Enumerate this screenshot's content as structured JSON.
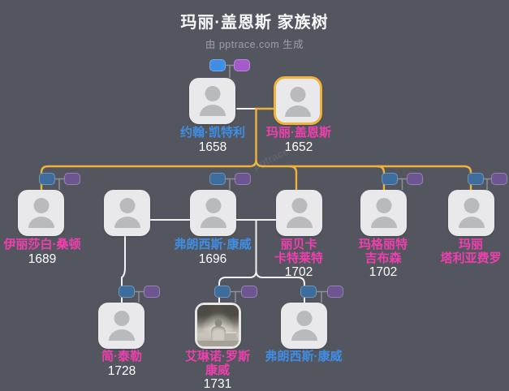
{
  "header": {
    "title": "玛丽·盖恩斯 家族树",
    "subtitle": "由 pptrace.com 生成",
    "watermark": "pptrace"
  },
  "colors": {
    "background": "#53565e",
    "card_fill": "#e9e9eb",
    "silhouette": "#b8babe",
    "highlight_gold": "#f1b13c",
    "male_name_text": "#3f8de5",
    "female_name_text": "#ef3fae",
    "year_text": "#ffffff",
    "chip_male_vivid": "#3f8de5",
    "chip_female_vivid": "#a35bc9",
    "chip_male_muted": "#3c6d9c",
    "chip_female_muted": "#6c5590",
    "connector_white": "#f3f3f3",
    "connector_gray": "#8a8f98"
  },
  "people": {
    "john": {
      "name": "约翰·凯特利",
      "year": "1658"
    },
    "mary": {
      "name": "玛丽·盖恩斯",
      "year": "1652",
      "selected": true
    },
    "elizabeth": {
      "name": "伊丽莎白·桑顿",
      "year": "1689"
    },
    "francis_sr": {
      "name": "弗朗西斯·康威",
      "year": "1696"
    },
    "rebecca": {
      "name": "丽贝卡",
      "name2": "卡特莱特",
      "year": "1702"
    },
    "margaret": {
      "name": "玛格丽特",
      "name2": "吉布森",
      "year": "1702"
    },
    "mary_taliaferro": {
      "name": "玛丽",
      "name2": "塔利亚费罗"
    },
    "jane": {
      "name": "简·泰勒",
      "year": "1728"
    },
    "eleanor": {
      "name": "艾琳诺·罗斯",
      "name2": "康威",
      "year": "1731"
    },
    "francis_jr": {
      "name": "弗朗西斯·康威"
    }
  }
}
